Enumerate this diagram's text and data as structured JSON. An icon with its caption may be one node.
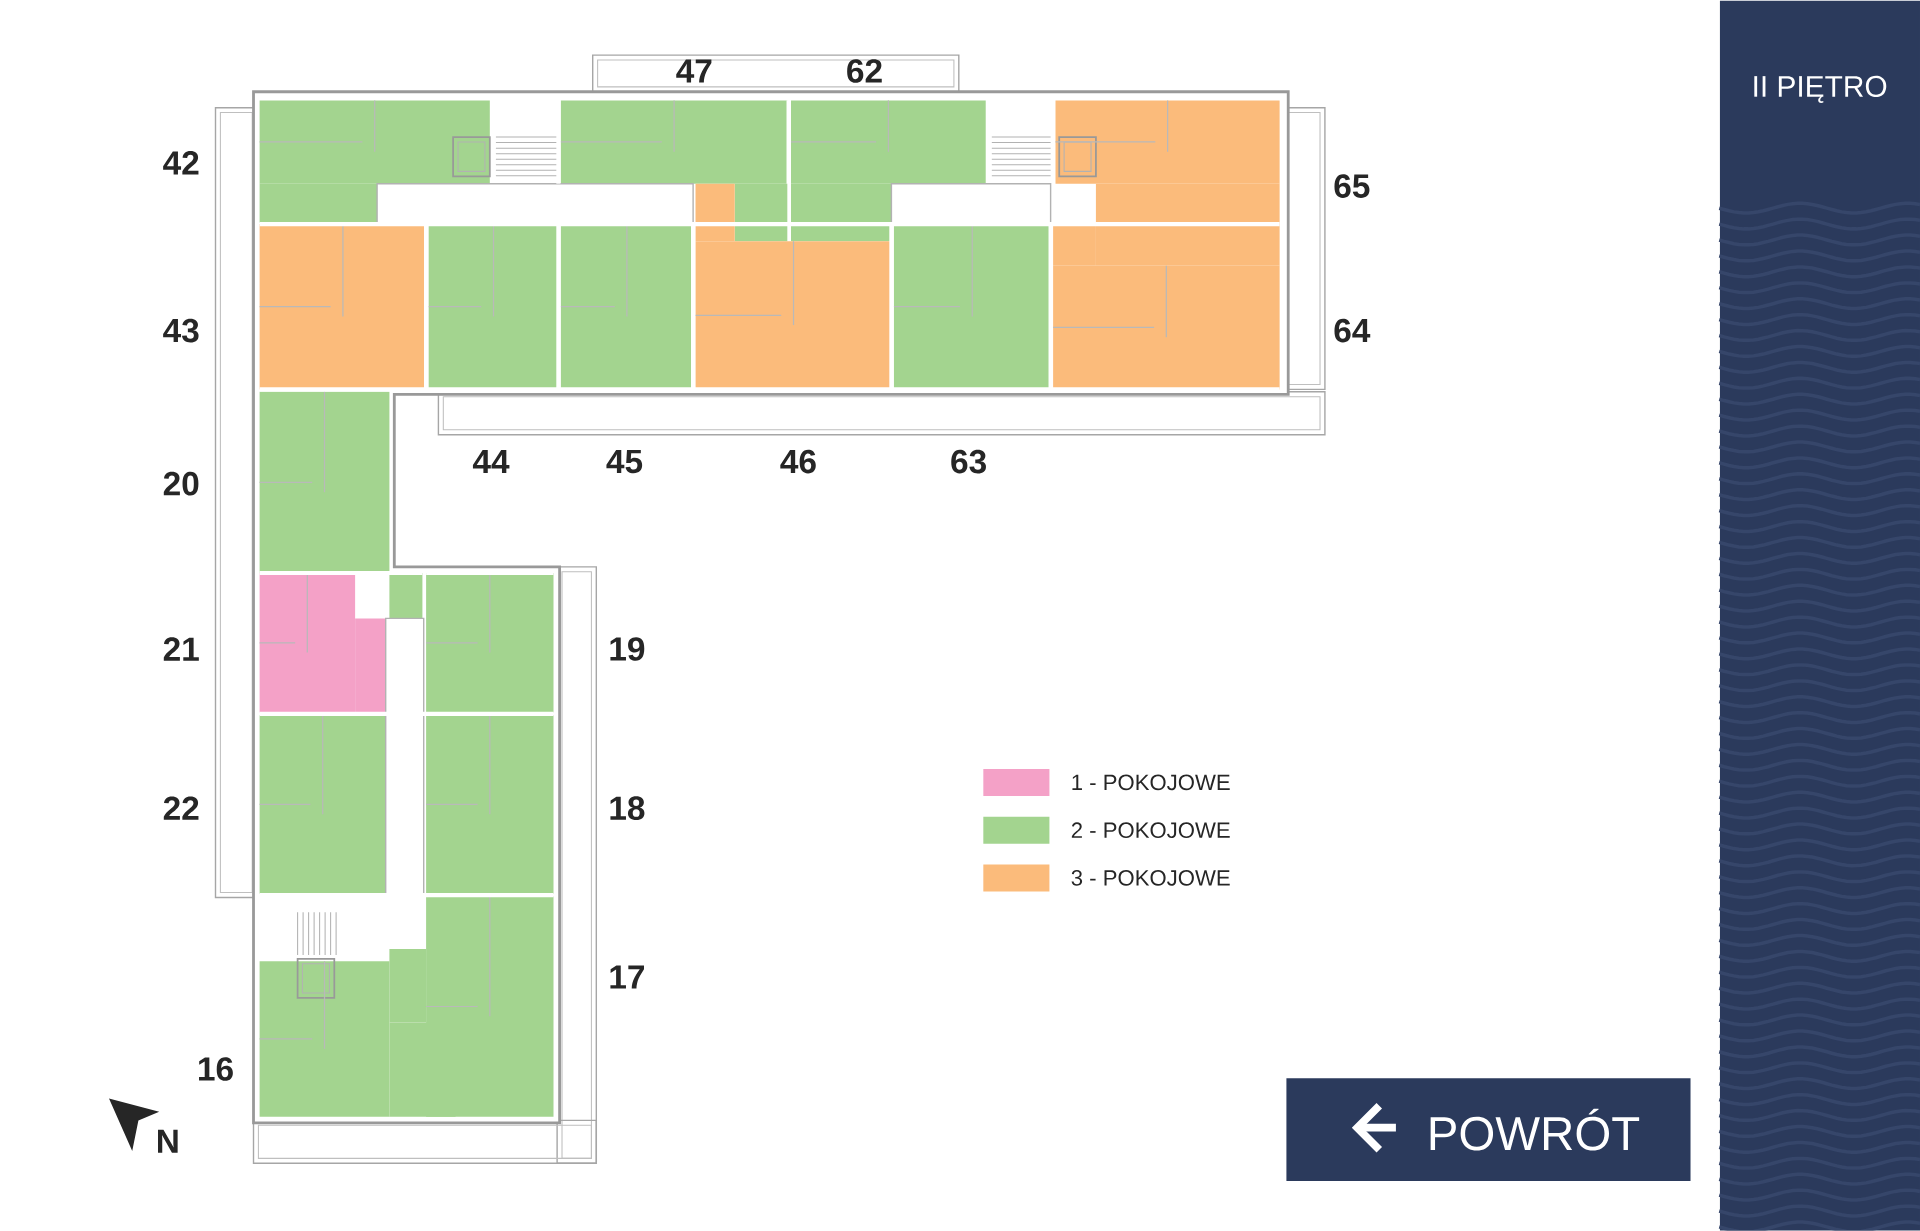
{
  "diagram": {
    "nodes": [
      {
        "text": [
          "II PIĘTRO"
        ]
      },
      {
        "text": [
          "POWRÓT"
        ]
      }
    ],
    "labels": [
      "47",
      "62",
      "42",
      "65",
      "43",
      "64",
      "44",
      "45",
      "46",
      "63",
      "20",
      "21",
      "19",
      "22",
      "18",
      "17",
      "16",
      "N"
    ],
    "legend": [
      {
        "text": "1 - POKOJOWE",
        "color": "#f4a1c7"
      },
      {
        "text": "2 - POKOJOWE",
        "color": "#a3d48f"
      },
      {
        "text": "3 - POKOJOWE",
        "color": "#fbbb7b"
      }
    ]
  }
}
